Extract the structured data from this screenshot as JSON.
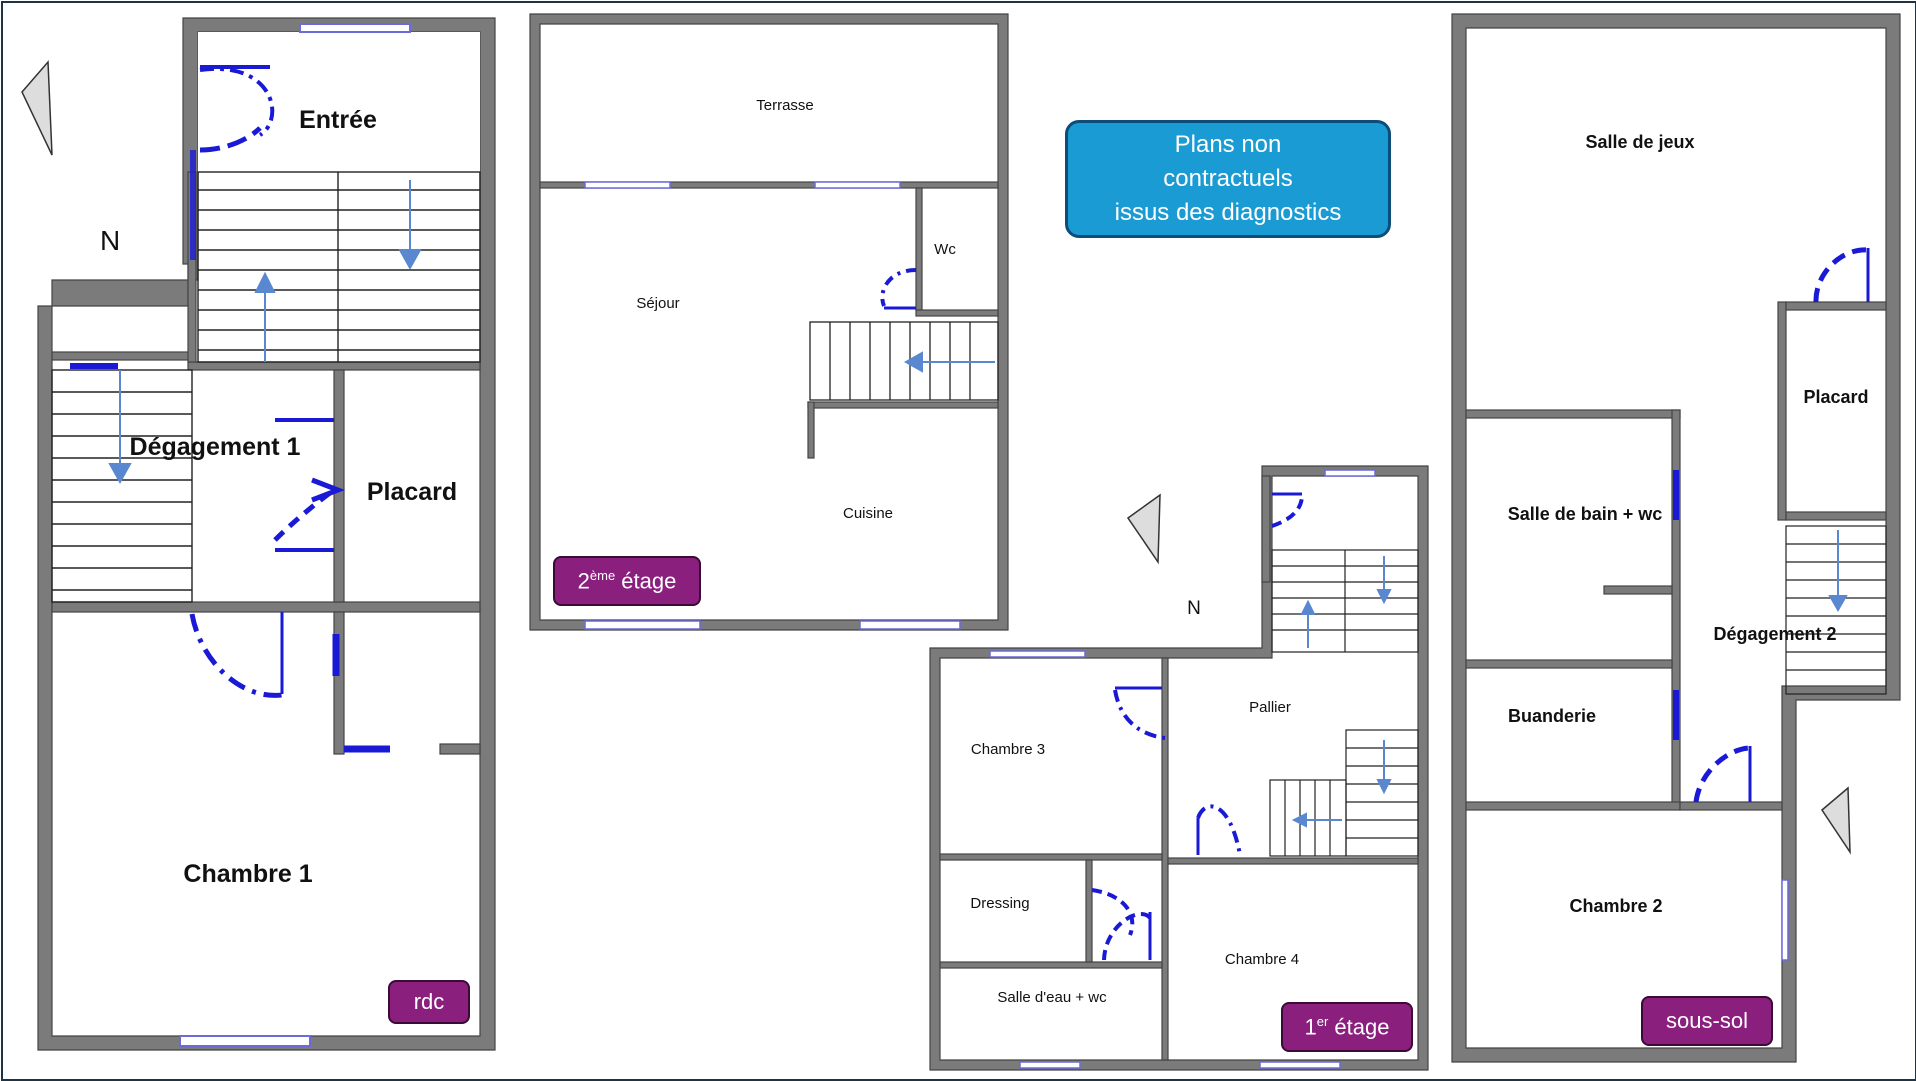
{
  "note": {
    "line1": "Plans non",
    "line2": "contractuels",
    "line3": "issus des diagnostics"
  },
  "rdc": {
    "tag": "rdc",
    "north": "N",
    "rooms": {
      "entree": "Entrée",
      "degagement": "Dégagement 1",
      "placard": "Placard",
      "chambre": "Chambre 1"
    }
  },
  "etage2": {
    "tag_prefix": "2",
    "tag_sup": "ème",
    "tag_suffix": " étage",
    "rooms": {
      "terrasse": "Terrasse",
      "wc": "Wc",
      "sejour": "Séjour",
      "cuisine": "Cuisine"
    }
  },
  "etage1": {
    "tag_prefix": "1",
    "tag_sup": "er",
    "tag_suffix": " étage",
    "north": "N",
    "rooms": {
      "pallier": "Pallier",
      "chambre3": "Chambre 3",
      "dressing": "Dressing",
      "salle_eau": "Salle d'eau + wc",
      "chambre4": "Chambre 4"
    }
  },
  "soussol": {
    "tag": "sous-sol",
    "rooms": {
      "salle_jeux": "Salle de jeux",
      "placard": "Placard",
      "salle_bain": "Salle de bain + wc",
      "degagement": "Dégagement 2",
      "buanderie": "Buanderie",
      "chambre": "Chambre 2"
    }
  },
  "colors": {
    "wall": "#7b7b7b",
    "door": "#1a1ad6",
    "window": "#6b6bd8",
    "stair_arrow": "#5a88d0",
    "tag_bg": "#8a1f7e",
    "note_bg": "#1b9bd4"
  }
}
